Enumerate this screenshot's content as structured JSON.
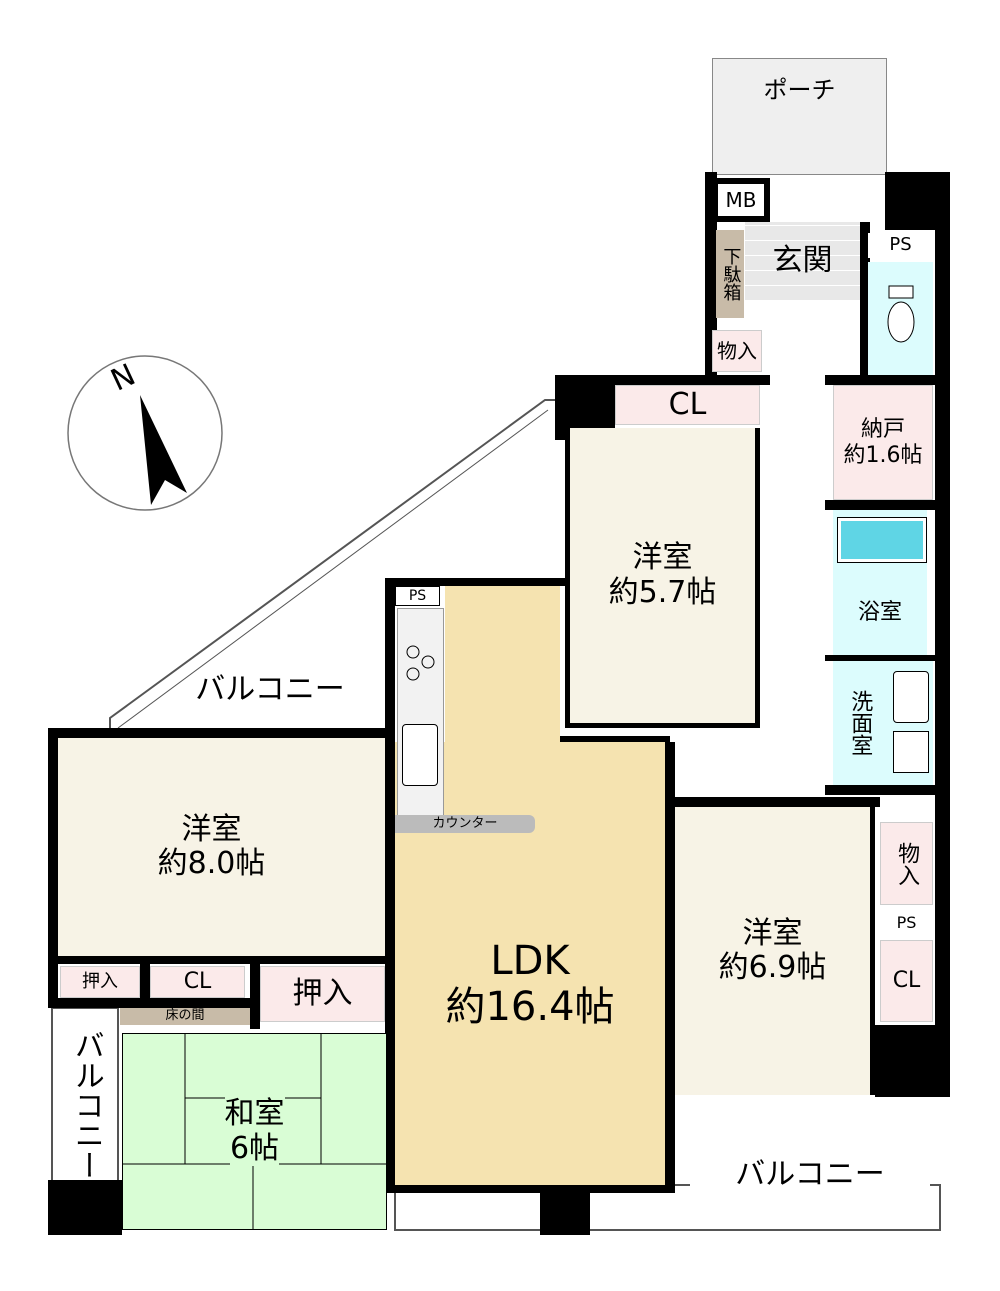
{
  "rooms": {
    "porch": "ポーチ",
    "mb": "MB",
    "genkan": "玄関",
    "getabako": "下駄箱",
    "storage_entry": "物入",
    "ps_top": "PS",
    "nando": "納戸",
    "nando_size": "約1.6帖",
    "bath": "浴室",
    "washroom": "洗面室",
    "storage_right": "物入",
    "ps_right": "PS",
    "cl_right": "CL",
    "cl_top": "CL",
    "western_57": "洋室",
    "western_57_size": "約5.7帖",
    "western_69": "洋室",
    "western_69_size": "約6.9帖",
    "western_80": "洋室",
    "western_80_size": "約8.0帖",
    "ldk": "LDK",
    "ldk_size": "約16.4帖",
    "ps_kitchen": "PS",
    "counter": "カウンター",
    "oshiire_small": "押入",
    "cl_left": "CL",
    "oshiire_big": "押入",
    "tokonoma": "床の間",
    "washitsu": "和室",
    "washitsu_size": "6帖",
    "balcony_top": "バルコニー",
    "balcony_left": "バルコニー",
    "balcony_bottom": "バルコニー"
  },
  "compass": {
    "label": "N"
  }
}
